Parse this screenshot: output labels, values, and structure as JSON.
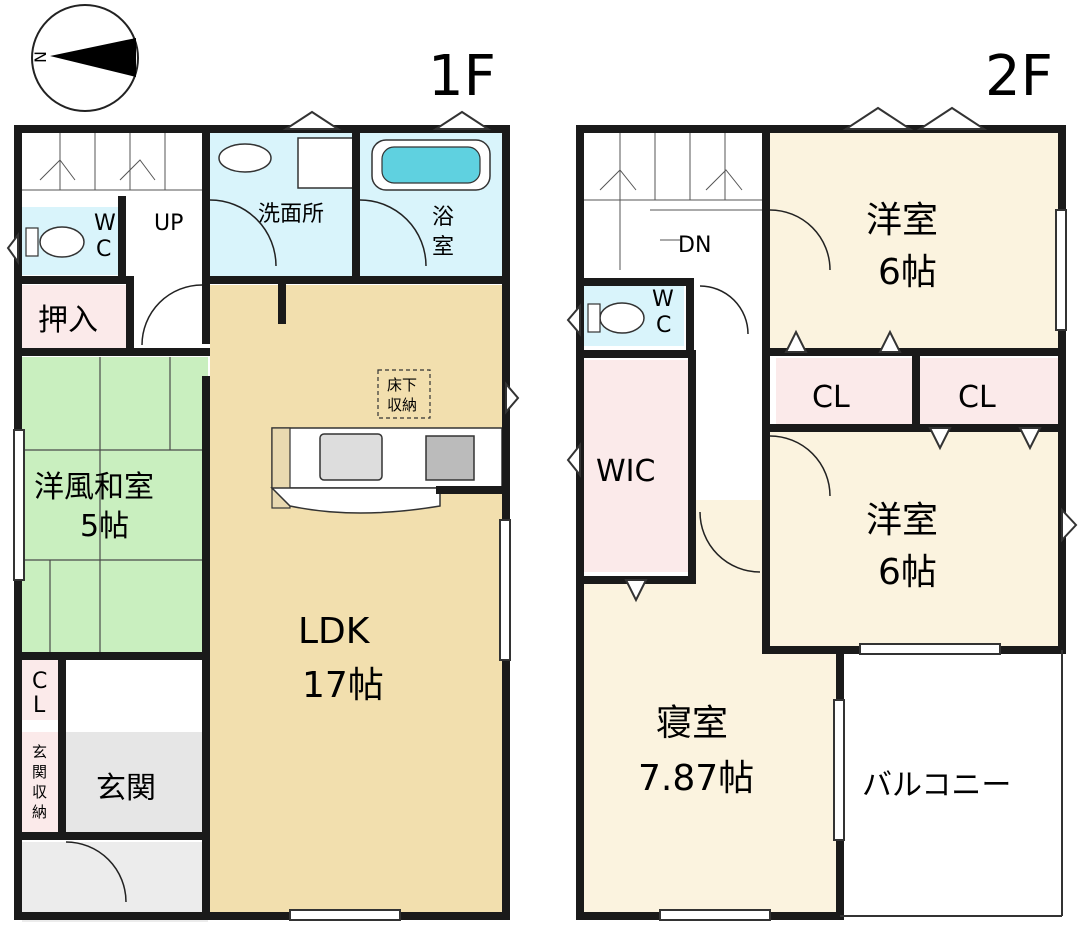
{
  "floors": [
    {
      "label": "1F"
    },
    {
      "label": "2F"
    }
  ],
  "compass": {
    "north_label": "N"
  },
  "rooms_1f": {
    "ldk_name": "LDK",
    "ldk_size": "17帖",
    "washroom": "洗面所",
    "bath_1": "浴",
    "bath_2": "室",
    "wc_w": "W",
    "wc_c": "C",
    "up": "UP",
    "oshiire": "押入",
    "washitsu_name": "洋風和室",
    "washitsu_size": "5帖",
    "underfloor_1": "床下",
    "underfloor_2": "収納",
    "cl_c": "C",
    "cl_l": "L",
    "entrance": "玄関",
    "entrance_storage": [
      "玄",
      "関",
      "収",
      "納"
    ]
  },
  "rooms_2f": {
    "dn": "DN",
    "wc_w": "W",
    "wc_c": "C",
    "youshitsu_a_name": "洋室",
    "youshitsu_a_size": "6帖",
    "youshitsu_b_name": "洋室",
    "youshitsu_b_size": "6帖",
    "cl_1": "CL",
    "cl_2": "CL",
    "wic": "WIC",
    "bedroom_name": "寝室",
    "bedroom_size": "7.87帖",
    "balcony": "バルコニー"
  },
  "colors": {
    "wall": "#1a1a1a",
    "ldk": "#f2dfae",
    "washitsu": "#c9efbf",
    "wet_area": "#d9f4fb",
    "storage_pink": "#fbeaea",
    "room_cream": "#fbf3df",
    "entrance_gray": "#e6e6e6"
  }
}
